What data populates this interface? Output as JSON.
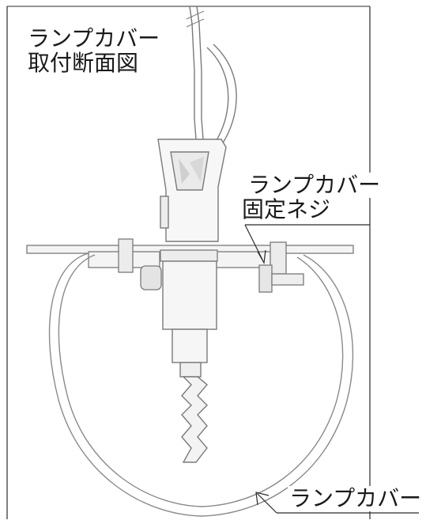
{
  "figure": {
    "title_line1": "ランプカバー",
    "title_line2": "取付断面図",
    "screw_label_line1": "ランプカバー",
    "screw_label_line2": "固定ネジ",
    "cover_label": "ランプカバー"
  },
  "colors": {
    "line": "#2a2a2a",
    "drawing": "#7a7a7a",
    "fill": "#f2f2f2",
    "background": "#ffffff"
  }
}
